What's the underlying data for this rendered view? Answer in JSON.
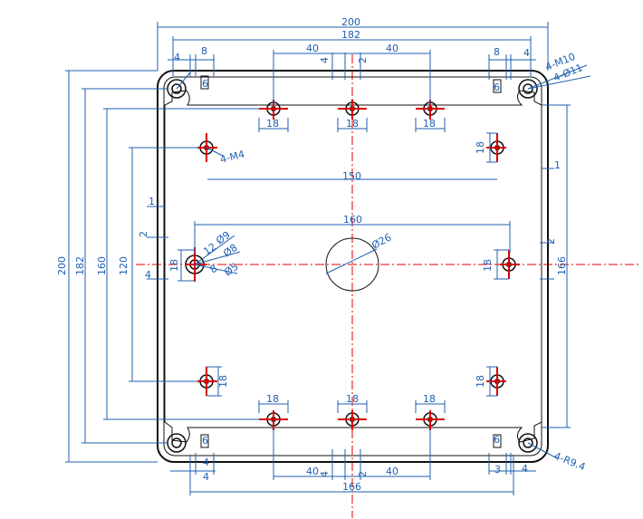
{
  "drawing": {
    "labels": {
      "w200": "200",
      "w182": "182",
      "top40l": "40",
      "top40r": "40",
      "top4": "4",
      "top2": "2",
      "tl8": "8",
      "tl4": "4",
      "tl6": "6",
      "tr8": "8",
      "tr4": "4",
      "tr6": "6",
      "m10": "4-M10",
      "h11": "4-Ø11",
      "t18a": "18",
      "t18b": "18",
      "t18c": "18",
      "m4": "4-M4",
      "r18top": "18",
      "d150": "150",
      "s1": "1",
      "s1r": "1",
      "s2": "2",
      "s2r": "2",
      "d160w": "160",
      "phi26": "Ø26",
      "l4": "4",
      "l18": "18",
      "a9": "Ø9",
      "a12": "12",
      "a8": "Ø8",
      "a8b": "8",
      "a5": "Ø5",
      "r18mid": "18",
      "r166": "166",
      "l18b": "18",
      "r18bot": "18",
      "b18a": "18",
      "b18b": "18",
      "b18c": "18",
      "bl6": "6",
      "bl4": "4",
      "bl4b": "4",
      "br6": "6",
      "br4": "4",
      "br3": "3",
      "r94": "4-R9.4",
      "bot40l": "40",
      "bot4": "4",
      "bot2": "2",
      "bot40r": "40",
      "w166": "166",
      "h200": "200",
      "h182": "182",
      "h160": "160",
      "h120": "120"
    }
  }
}
